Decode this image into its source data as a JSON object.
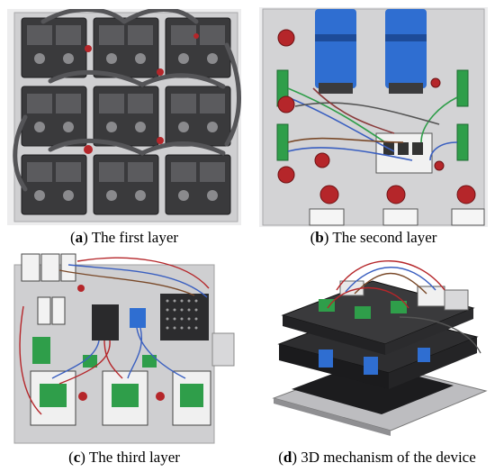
{
  "panels": [
    {
      "letter": "a",
      "text": "The first layer"
    },
    {
      "letter": "b",
      "text": "The second layer"
    },
    {
      "letter": "c",
      "text": "The third layer"
    },
    {
      "letter": "d",
      "text": "3D mechanism of the device"
    }
  ],
  "colors": {
    "plate_gray": "#cfcfd1",
    "module_dark": "#3a3a3c",
    "cable_red": "#b5262a",
    "capacitor_blue": "#2f6ed1",
    "terminal_green": "#2f9e4a",
    "board_black": "#1c1c1e"
  }
}
